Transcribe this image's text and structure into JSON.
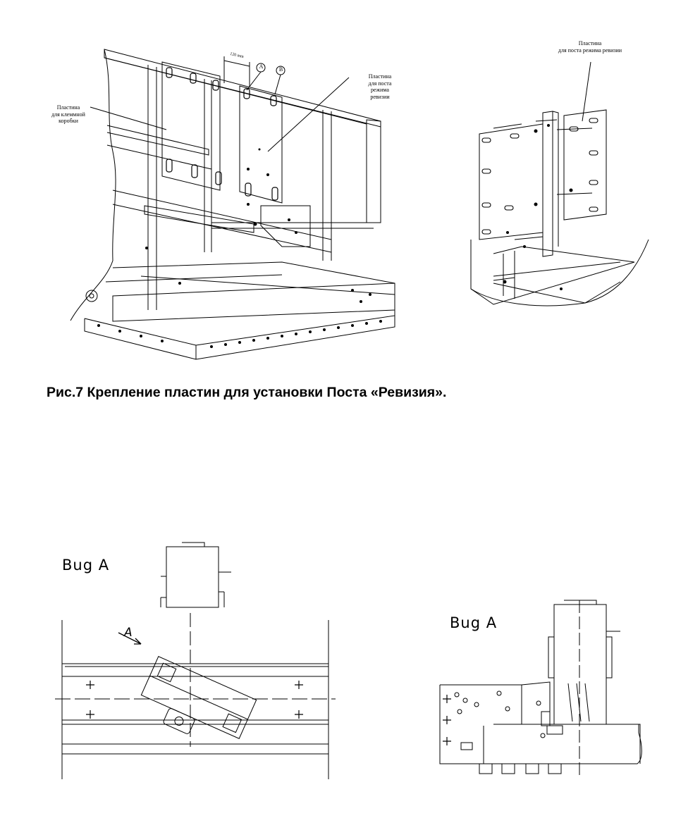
{
  "figure1": {
    "label_terminal_box": [
      "Пластина",
      "для клеммной",
      "коробки"
    ],
    "label_inspection_left": [
      "Пластина",
      "для поста",
      "режима",
      "ревизии"
    ],
    "dimension": "120 mm",
    "marker_a": "A",
    "marker_b": "B"
  },
  "figure1_detail": {
    "label_inspection_right": [
      "Пластина",
      "для поста режима ревизии"
    ]
  },
  "caption": "Рис.7 Крепление пластин для установки Поста «Ревизия».",
  "figure2": {
    "view_label": "Bug A",
    "arrow_label": "A"
  },
  "figure3": {
    "view_label": "Bug A"
  }
}
